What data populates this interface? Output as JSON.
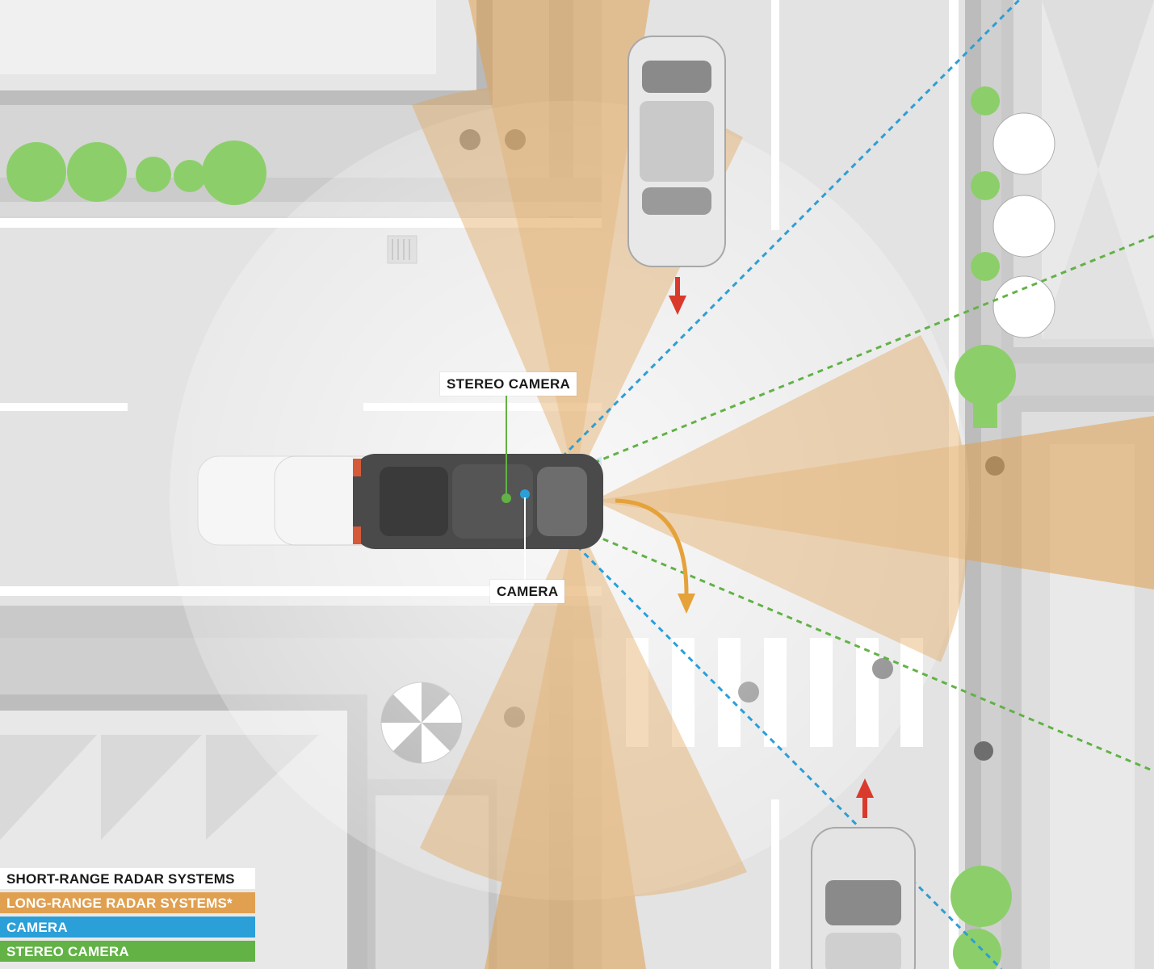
{
  "colors": {
    "short_range": "#ffffff",
    "long_range": "#e0a050",
    "camera": "#2a9fd8",
    "stereo": "#62b246",
    "arrow_red": "#d93a2b",
    "arrow_orange": "#e5a23a",
    "road": "#e4e4e4",
    "building": "#d2d2d2",
    "tree": "#8ccf6a"
  },
  "callouts": {
    "stereo_camera": "STEREO CAMERA",
    "camera": "CAMERA"
  },
  "legend": [
    {
      "label": "SHORT-RANGE RADAR SYSTEMS",
      "bg": "#ffffff",
      "fg": "#1a1a1a"
    },
    {
      "label": "LONG-RANGE RADAR SYSTEMS*",
      "bg": "#e0a050",
      "fg": "#ffffff"
    },
    {
      "label": "CAMERA",
      "bg": "#2a9fd8",
      "fg": "#ffffff"
    },
    {
      "label": "STEREO CAMERA",
      "bg": "#62b246",
      "fg": "#ffffff"
    }
  ],
  "icons": {
    "arrow_down": "red-arrow-down-icon",
    "arrow_up": "red-arrow-up-icon",
    "turn": "orange-turn-arrow-icon"
  }
}
